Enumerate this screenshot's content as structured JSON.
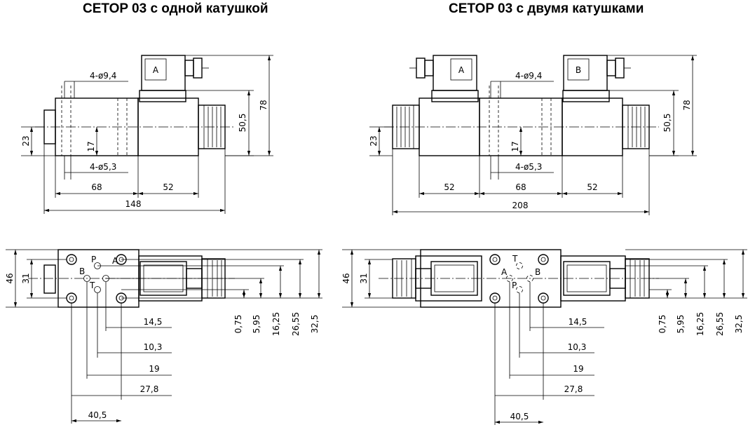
{
  "titles": {
    "left": "CETOP 03 с одной катушкой",
    "right": "CETOP 03 с двумя катушками"
  },
  "left_side": {
    "coil_label": "A",
    "port_top": "4-ø9,4",
    "port_bottom": "4-ø5,3",
    "dim_23": "23",
    "dim_17": "17",
    "dim_50_5": "50,5",
    "dim_78": "78",
    "dim_68": "68",
    "dim_52": "52",
    "dim_total": "148"
  },
  "right_side": {
    "coil_label_a": "A",
    "coil_label_b": "B",
    "port_top": "4-ø9,4",
    "port_bottom": "4-ø5,3",
    "dim_23": "23",
    "dim_17": "17",
    "dim_50_5": "50,5",
    "dim_78": "78",
    "dim_52_left": "52",
    "dim_68": "68",
    "dim_52_right": "52",
    "dim_total": "208"
  },
  "left_plan": {
    "dim_46": "46",
    "dim_31": "31",
    "port_p": "P",
    "port_t": "T",
    "port_a": "A",
    "port_b": "B",
    "vdims": [
      "0,75",
      "5,95",
      "16,25",
      "26,55",
      "32,5"
    ],
    "hdims": [
      "14,5",
      "10,3",
      "19",
      "27,8",
      "40,5"
    ]
  },
  "right_plan": {
    "dim_46": "46",
    "dim_31": "31",
    "port_t": "T",
    "port_a": "A",
    "port_b": "B",
    "port_p": "P",
    "vdims": [
      "0,75",
      "5,95",
      "16,25",
      "26,55",
      "32,5"
    ],
    "hdims": [
      "14,5",
      "10,3",
      "19",
      "27,8",
      "40,5"
    ]
  }
}
